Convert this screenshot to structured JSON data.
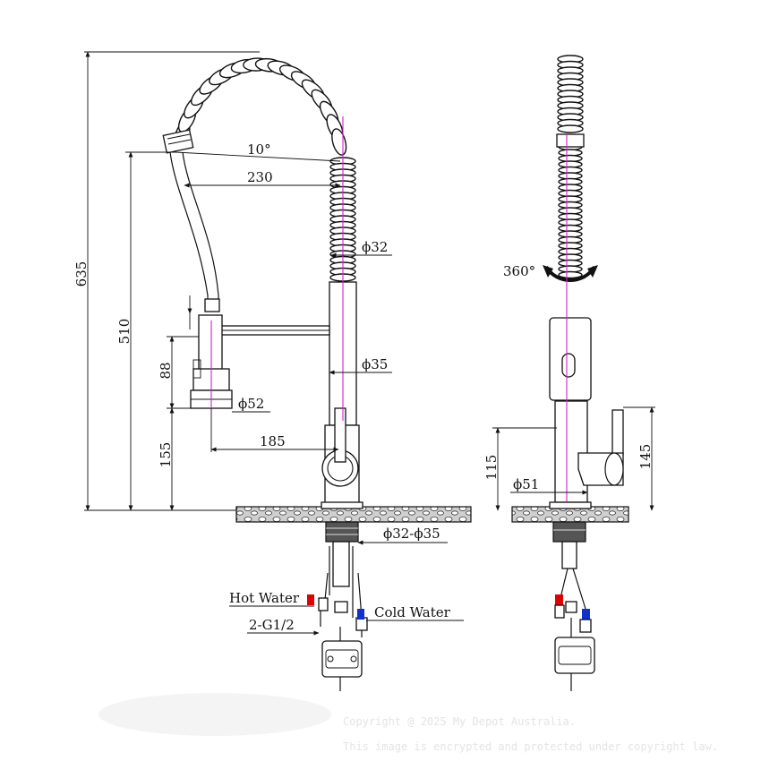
{
  "dimensions": {
    "overall_height": "635",
    "spout_height": "510",
    "sprayer_length": "88",
    "counter_to_sprayer": "155",
    "reach": "185",
    "spring_reach": "230",
    "angle": "10°",
    "spring_diameter": "ϕ32",
    "body_diameter": "ϕ35",
    "spray_diameter": "ϕ52",
    "mount_hole": "ϕ32-ϕ35",
    "rotation": "360°",
    "base_diameter": "ϕ51",
    "side_height_115": "115",
    "side_height_145": "145"
  },
  "labels": {
    "hot_water": "Hot Water",
    "cold_water": "Cold Water",
    "connection": "2-G1/2"
  },
  "watermark": {
    "line1": "Copyright @ 2025 My Depot Australia.",
    "line2": "This image is encrypted and protected under copyright law."
  },
  "colors": {
    "hot": "#e00000",
    "cold": "#1030d0",
    "axis": "#d020d0"
  }
}
